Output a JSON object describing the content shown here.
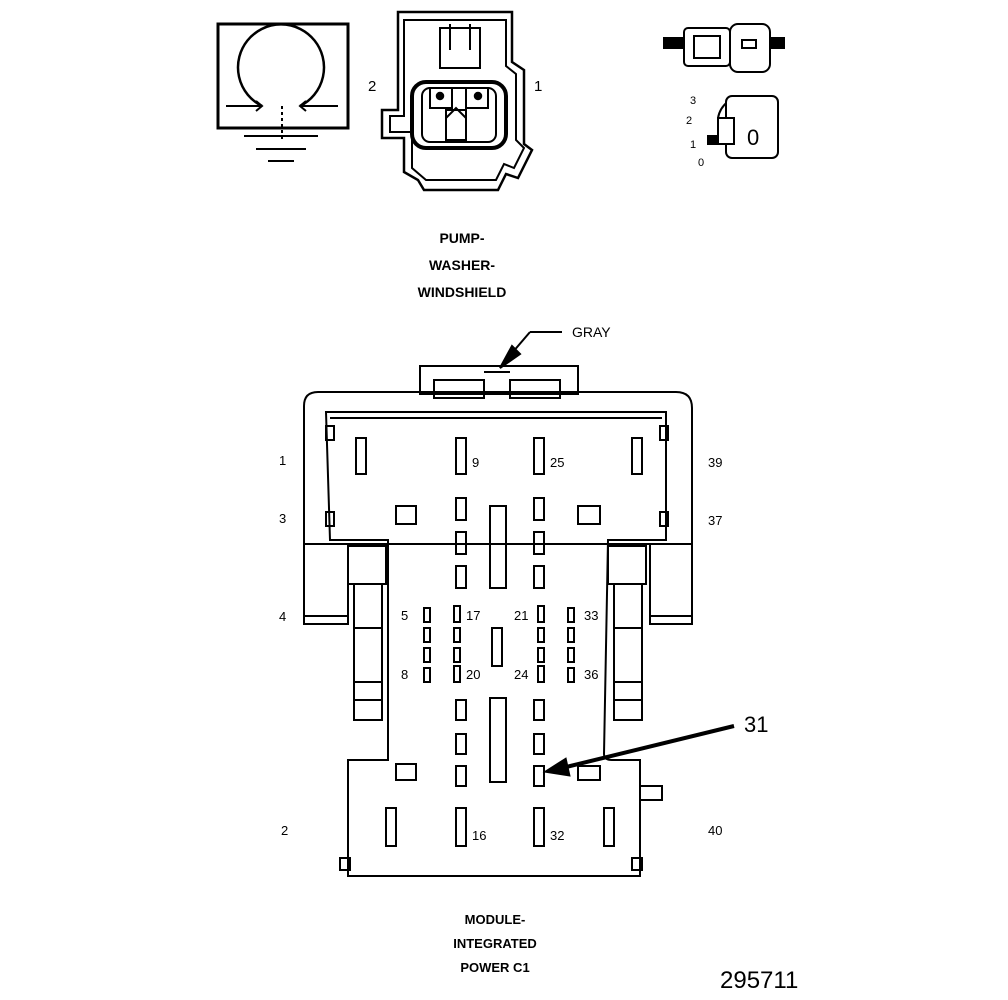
{
  "pump": {
    "title_lines": [
      "PUMP-",
      "WASHER-",
      "WINDSHIELD"
    ],
    "pin_left": "2",
    "pin_right": "1"
  },
  "key_icon": {
    "positions": [
      "3",
      "2",
      "1",
      "0"
    ],
    "key_label": "0"
  },
  "module": {
    "color_callout": "GRAY",
    "title_lines": [
      "MODULE-",
      "INTEGRATED",
      "POWER C1"
    ],
    "pins": {
      "p1": "1",
      "p3": "3",
      "p4": "4",
      "p2": "2",
      "p39": "39",
      "p37": "37",
      "p40": "40",
      "p9": "9",
      "p25": "25",
      "p5": "5",
      "p17": "17",
      "p21": "21",
      "p33": "33",
      "p8": "8",
      "p20": "20",
      "p24": "24",
      "p36": "36",
      "p16": "16",
      "p32": "32"
    },
    "callout": "31"
  },
  "figure_id": "295711"
}
